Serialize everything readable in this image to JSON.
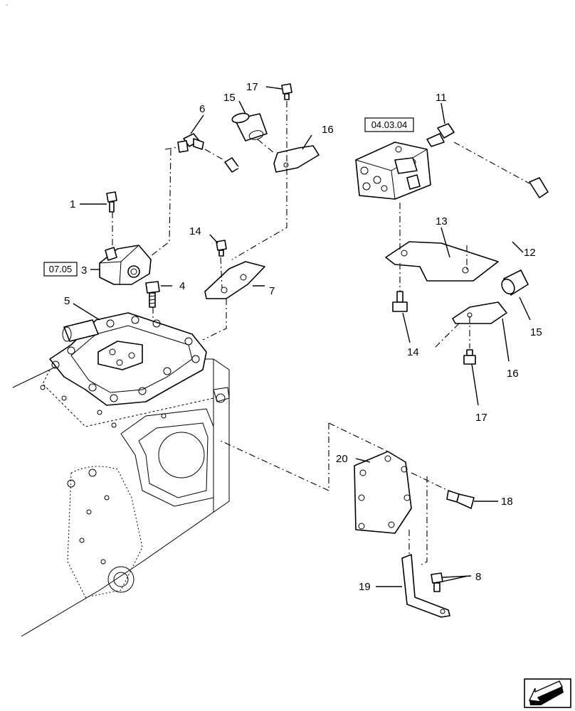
{
  "callouts": [
    {
      "id": "1",
      "text": "1"
    },
    {
      "id": "3",
      "text": "3"
    },
    {
      "id": "4",
      "text": "4"
    },
    {
      "id": "5",
      "text": "5"
    },
    {
      "id": "6",
      "text": "6"
    },
    {
      "id": "7",
      "text": "7"
    },
    {
      "id": "8",
      "text": "8"
    },
    {
      "id": "11",
      "text": "11"
    },
    {
      "id": "12",
      "text": "12"
    },
    {
      "id": "13",
      "text": "13"
    },
    {
      "id": "14a",
      "text": "14"
    },
    {
      "id": "14b",
      "text": "14"
    },
    {
      "id": "15a",
      "text": "15"
    },
    {
      "id": "15b",
      "text": "15"
    },
    {
      "id": "16a",
      "text": "16"
    },
    {
      "id": "16b",
      "text": "16"
    },
    {
      "id": "17a",
      "text": "17"
    },
    {
      "id": "17b",
      "text": "17"
    },
    {
      "id": "18",
      "text": "18"
    },
    {
      "id": "19",
      "text": "19"
    },
    {
      "id": "20",
      "text": "20"
    }
  ],
  "references": {
    "ref_0705": "07.05",
    "ref_040304": "04.03.04"
  },
  "nav": {
    "icon": "arrow-left-down-icon"
  }
}
